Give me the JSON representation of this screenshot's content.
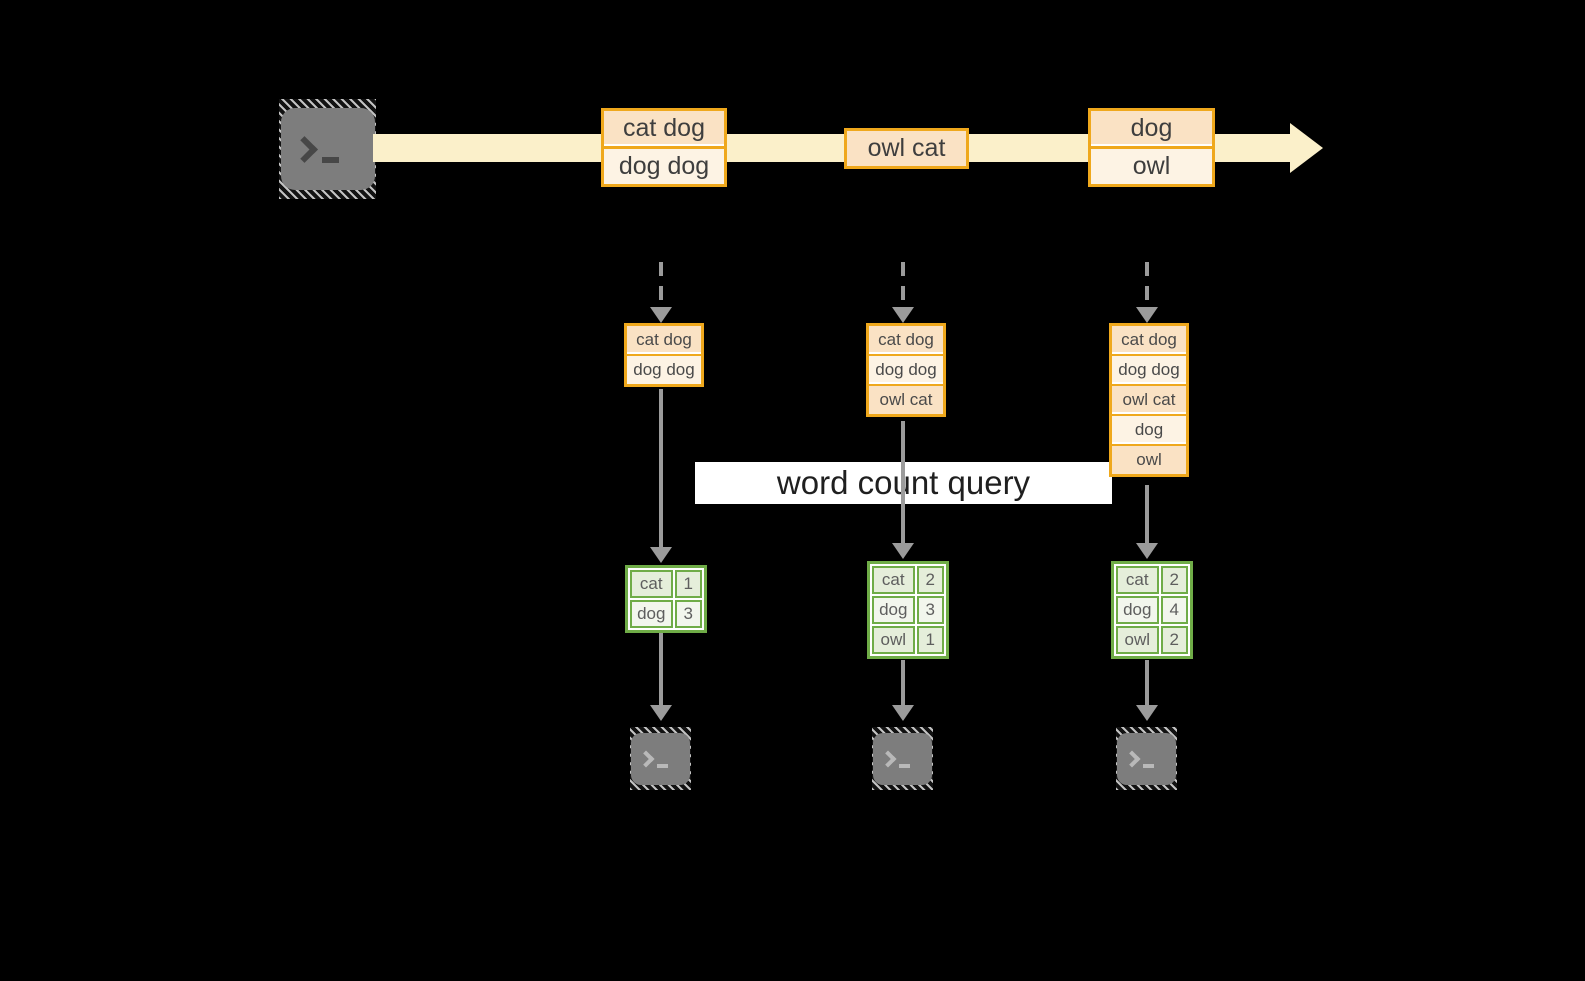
{
  "diagram": {
    "banner": {
      "label": "word count query"
    },
    "stream": {
      "source_icon": "terminal-icon",
      "events": [
        {
          "rows": [
            "cat dog",
            "dog dog"
          ]
        },
        {
          "rows": [
            "owl cat"
          ]
        },
        {
          "rows": [
            "dog",
            "owl"
          ]
        }
      ]
    },
    "columns": [
      {
        "buffer_rows": [
          "cat dog",
          "dog dog"
        ],
        "counts": [
          {
            "word": "cat",
            "count": "1"
          },
          {
            "word": "dog",
            "count": "3"
          }
        ],
        "consumer_icon": "terminal-icon"
      },
      {
        "buffer_rows": [
          "cat dog",
          "dog dog",
          "owl cat"
        ],
        "counts": [
          {
            "word": "cat",
            "count": "2"
          },
          {
            "word": "dog",
            "count": "3"
          },
          {
            "word": "owl",
            "count": "1"
          }
        ],
        "consumer_icon": "terminal-icon"
      },
      {
        "buffer_rows": [
          "cat dog",
          "dog dog",
          "owl cat",
          "dog",
          "owl"
        ],
        "counts": [
          {
            "word": "cat",
            "count": "2"
          },
          {
            "word": "dog",
            "count": "4"
          },
          {
            "word": "owl",
            "count": "2"
          }
        ],
        "consumer_icon": "terminal-icon"
      }
    ],
    "colors": {
      "gold": "#EFA81C",
      "peach": "#FAE2C4",
      "cream": "#FDF3E4",
      "band": "#FBF0CA",
      "green": "#6FAC47",
      "gtint": "#E5EEDA",
      "glight": "#F2F6ED",
      "gray": "#9B9B9B",
      "term": "#7D7D7D",
      "ink": "#3E3E3E",
      "tink": "#5E5E5E"
    }
  }
}
